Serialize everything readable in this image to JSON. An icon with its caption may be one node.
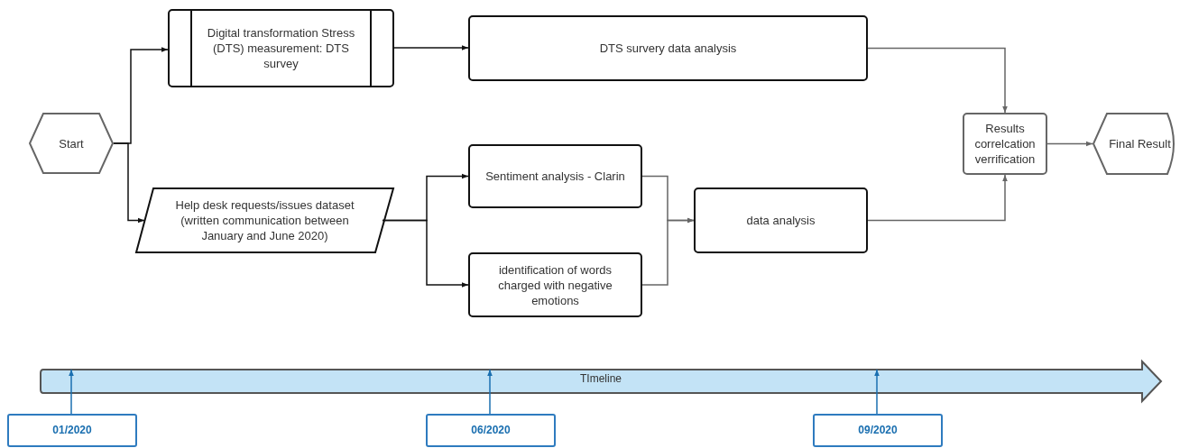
{
  "diagram": {
    "nodes": [
      {
        "text": [
          "Start"
        ]
      },
      {
        "text": [
          "Digital transformation Stress (DTS) measurement: DTS survey"
        ]
      },
      {
        "text": [
          "DTS survery data analysis"
        ]
      },
      {
        "text": [
          "Help desk requests/issues dataset (written communication between January and June 2020)"
        ]
      },
      {
        "text": [
          "Sentiment analysis - Clarin"
        ]
      },
      {
        "text": [
          "identification of words charged with negative emotions"
        ]
      },
      {
        "text": [
          "data analysis"
        ]
      },
      {
        "text": [
          "Results correlcation verrification"
        ]
      },
      {
        "text": [
          "Final Result"
        ]
      },
      {
        "text": [
          "TImeline"
        ]
      },
      {
        "text": [
          "01/2020"
        ]
      },
      {
        "text": [
          "06/2020"
        ]
      },
      {
        "text": [
          "09/2020"
        ]
      }
    ],
    "edges": [
      {
        "from": 0,
        "to": 1,
        "arrow": "to"
      },
      {
        "from": 0,
        "to": 3,
        "arrow": "to"
      },
      {
        "from": 1,
        "to": 2,
        "arrow": "to"
      },
      {
        "from": 3,
        "to": 4,
        "arrow": "to"
      },
      {
        "from": 3,
        "to": 5,
        "arrow": "to"
      },
      {
        "from": 4,
        "to": 6,
        "arrow": "to",
        "color": "#666666"
      },
      {
        "from": 5,
        "to": 6,
        "arrow": "to",
        "color": "#666666"
      },
      {
        "from": 2,
        "to": 7,
        "arrow": "to",
        "color": "#666666"
      },
      {
        "from": 6,
        "to": 7,
        "arrow": "to",
        "color": "#666666"
      },
      {
        "from": 7,
        "to": 8,
        "arrow": "to",
        "color": "#666666"
      },
      {
        "from": 10,
        "to": 9,
        "arrow": "to",
        "color": "#1a6fb0"
      },
      {
        "from": 11,
        "to": 9,
        "arrow": "to",
        "color": "#1a6fb0"
      },
      {
        "from": 12,
        "to": 9,
        "arrow": "to",
        "color": "#1a6fb0"
      }
    ]
  }
}
